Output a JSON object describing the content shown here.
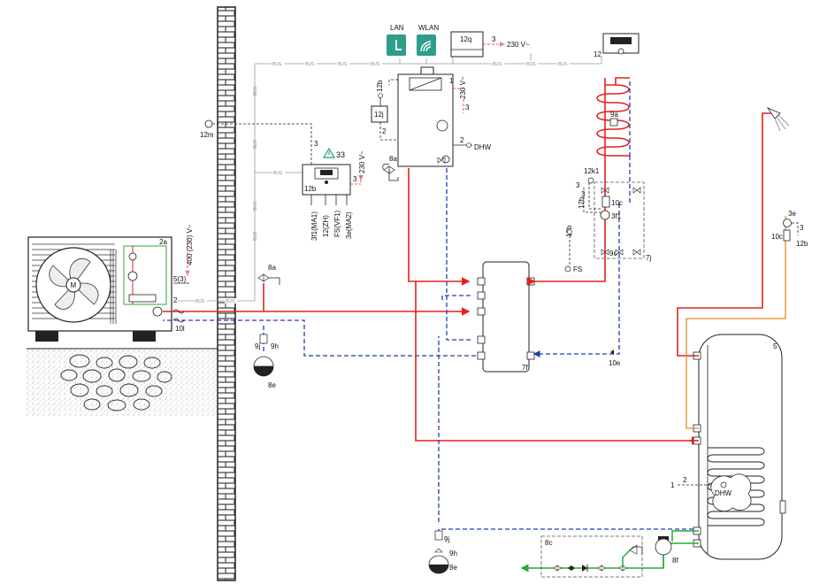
{
  "labels": {
    "lan": "LAN",
    "wlan": "WLAN",
    "c12q": "12q",
    "c230_top": "230 V~",
    "c3_top": "3",
    "c12": "12",
    "c12b_a": "12b",
    "c12j": "12j",
    "c1_store": "1",
    "c230_v": "230 V~",
    "c3_store": "3",
    "c2_a": "2",
    "c2_dhw": "2",
    "dhw_a": "DHW",
    "c8a_a": "8a",
    "c12m": "12m",
    "c3_ctrl": "3",
    "warn33": "33",
    "c12b_ctrl": "12b",
    "c3_ctrl2": "3",
    "c230_ctrl": "230 V~",
    "v3f1ma1": "3f1(MA1)",
    "v12zh": "12(ZH)",
    "vfsvf1": "FS(VF1)",
    "v3ema2": "3e(MA2)",
    "c9a": "9a",
    "c12k1": "12k1",
    "c3_a": "3",
    "c3_b": "3",
    "c10c_a": "10c",
    "c12b_c": "12b",
    "c3f1": "3f1",
    "c9c": "9c",
    "c7j": "7j",
    "c12b_d": "12b",
    "fs": "FS",
    "c7f": "7f",
    "c10e": "10e",
    "c2a": "2a",
    "c400": "400 (230) V~",
    "c5_3": "5(3)",
    "c2_hp": "2",
    "c10l": "10l",
    "c8a_b": "8a",
    "c9j_a": "9j",
    "c9h_a": "9h",
    "c8e_a": "8e",
    "c3e": "3e",
    "c10c_b": "10c",
    "c3_c": "3",
    "c12b_e": "12b",
    "c5": "5",
    "c2_b": "2",
    "c1_b": "1",
    "dhw_b": "DHW",
    "c9j_b": "9j",
    "c9h_b": "9h",
    "c8e_b": "8e",
    "c8c": "8c",
    "c8f": "8f",
    "bus": "BUS",
    "fan_m": "M"
  },
  "colors": {
    "flow": "#e2231a",
    "return": "#1f3fb0",
    "cold_water": "#27a83a",
    "circulation": "#e58a2a",
    "bus": "#9a9a9a",
    "wlan_badge": "#2e9e8c",
    "warning": "#1d9e6a"
  },
  "icons": {
    "lan": "lan-icon",
    "wlan": "wlan-icon",
    "fan": "fan-icon",
    "shower": "shower-icon",
    "warning": "warning-icon"
  }
}
